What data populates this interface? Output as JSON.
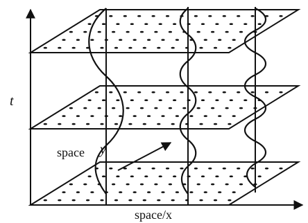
{
  "labels": {
    "t_axis": "t",
    "x_axis": "space/x",
    "y_axis": "space",
    "y_symbol": "y"
  },
  "colors": {
    "ink": "#111111",
    "background": "#ffffff"
  }
}
